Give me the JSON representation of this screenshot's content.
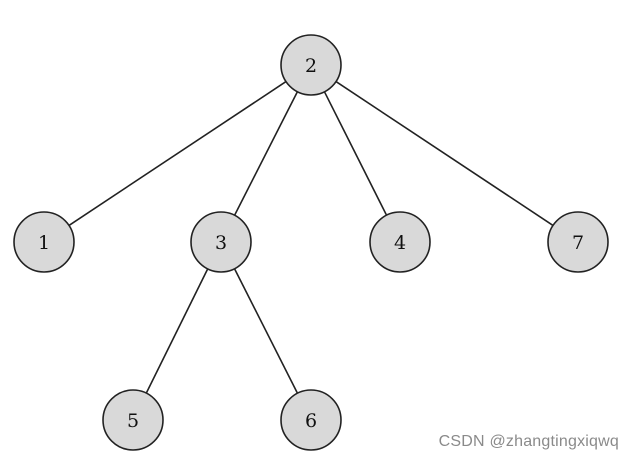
{
  "diagram": {
    "type": "tree",
    "nodes": [
      {
        "id": "2",
        "label": "2"
      },
      {
        "id": "1",
        "label": "1"
      },
      {
        "id": "3",
        "label": "3"
      },
      {
        "id": "4",
        "label": "4"
      },
      {
        "id": "7",
        "label": "7"
      },
      {
        "id": "5",
        "label": "5"
      },
      {
        "id": "6",
        "label": "6"
      }
    ],
    "edges": [
      {
        "from": "2",
        "to": "1"
      },
      {
        "from": "2",
        "to": "3"
      },
      {
        "from": "2",
        "to": "4"
      },
      {
        "from": "2",
        "to": "7"
      },
      {
        "from": "3",
        "to": "5"
      },
      {
        "from": "3",
        "to": "6"
      }
    ],
    "colors": {
      "node_fill": "#d9d9d9",
      "stroke": "#222222",
      "label": "#111111"
    }
  },
  "watermark": {
    "text": "CSDN @zhangtingxiqwq"
  }
}
